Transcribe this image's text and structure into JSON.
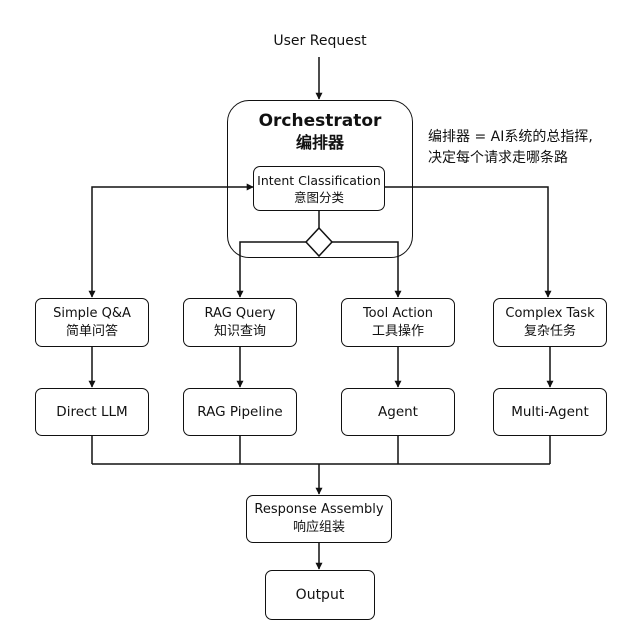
{
  "input": "User Request",
  "orchestrator": {
    "title": "Orchestrator",
    "subtitle": "编排器"
  },
  "note": {
    "line1": "编排器 = AI系统的总指挥,",
    "line2": "决定每个请求走哪条路"
  },
  "intent": {
    "title": "Intent Classification",
    "subtitle": "意图分类"
  },
  "categories": [
    {
      "title": "Simple Q&A",
      "subtitle": "简单问答"
    },
    {
      "title": "RAG Query",
      "subtitle": "知识查询"
    },
    {
      "title": "Tool Action",
      "subtitle": "工具操作"
    },
    {
      "title": "Complex Task",
      "subtitle": "复杂任务"
    }
  ],
  "handlers": [
    {
      "label": "Direct LLM"
    },
    {
      "label": "RAG Pipeline"
    },
    {
      "label": "Agent"
    },
    {
      "label": "Multi-Agent"
    }
  ],
  "assembly": {
    "title": "Response Assembly",
    "subtitle": "响应组装"
  },
  "output": "Output"
}
